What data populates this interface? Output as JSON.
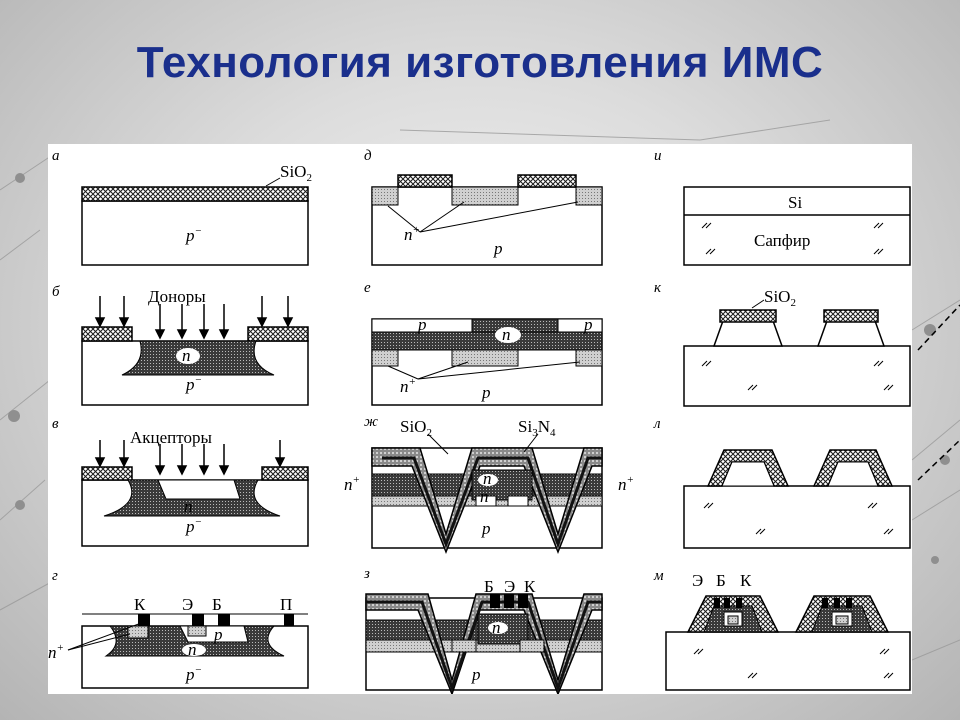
{
  "title": "Технология изготовления ИМС",
  "panels": [
    {
      "letter": "а",
      "labels": {
        "oxide": "SiO",
        "oxide_sub": "2",
        "substrate": "p",
        "substrate_sup": "−"
      }
    },
    {
      "letter": "б",
      "labels": {
        "dopant": "Доноры",
        "region": "n",
        "substrate": "p",
        "substrate_sup": "−"
      }
    },
    {
      "letter": "в",
      "labels": {
        "dopant": "Акцепторы",
        "region": "n",
        "substrate": "p",
        "substrate_sup": "−"
      }
    },
    {
      "letter": "г",
      "labels": {
        "k": "К",
        "e": "Э",
        "b": "Б",
        "p_contact": "П",
        "region": "n",
        "base": "p",
        "nplus": "n",
        "nplus_sup": "+",
        "substrate": "p",
        "substrate_sup": "−"
      }
    },
    {
      "letter": "д",
      "labels": {
        "nplus": "n",
        "nplus_sup": "+",
        "substrate": "p"
      }
    },
    {
      "letter": "е",
      "labels": {
        "p_left": "p",
        "region": "n",
        "p_right": "p",
        "nplus": "n",
        "nplus_sup": "+",
        "substrate": "p"
      }
    },
    {
      "letter": "ж",
      "labels": {
        "oxide": "SiO",
        "oxide_sub": "2",
        "nitride": "Si",
        "nitride_sub1": "3",
        "nitride_n": "N",
        "nitride_sub2": "4",
        "nplus_left": "n",
        "nplus_right": "n",
        "plus": "+",
        "region": "n",
        "substrate": "p"
      }
    },
    {
      "letter": "з",
      "labels": {
        "b": "Б",
        "e": "Э",
        "k": "К",
        "region": "n",
        "substrate": "p"
      }
    },
    {
      "letter": "и",
      "labels": {
        "si": "Si",
        "sapphire": "Сапфир"
      }
    },
    {
      "letter": "к",
      "labels": {
        "oxide": "SiO",
        "oxide_sub": "2"
      }
    },
    {
      "letter": "л",
      "labels": {}
    },
    {
      "letter": "м",
      "labels": {
        "e": "Э",
        "b": "Б",
        "k": "К"
      }
    }
  ],
  "colors": {
    "title": "#1a2f8c",
    "dots": "#2a6f2a",
    "hatch": "#1a1a1a"
  }
}
